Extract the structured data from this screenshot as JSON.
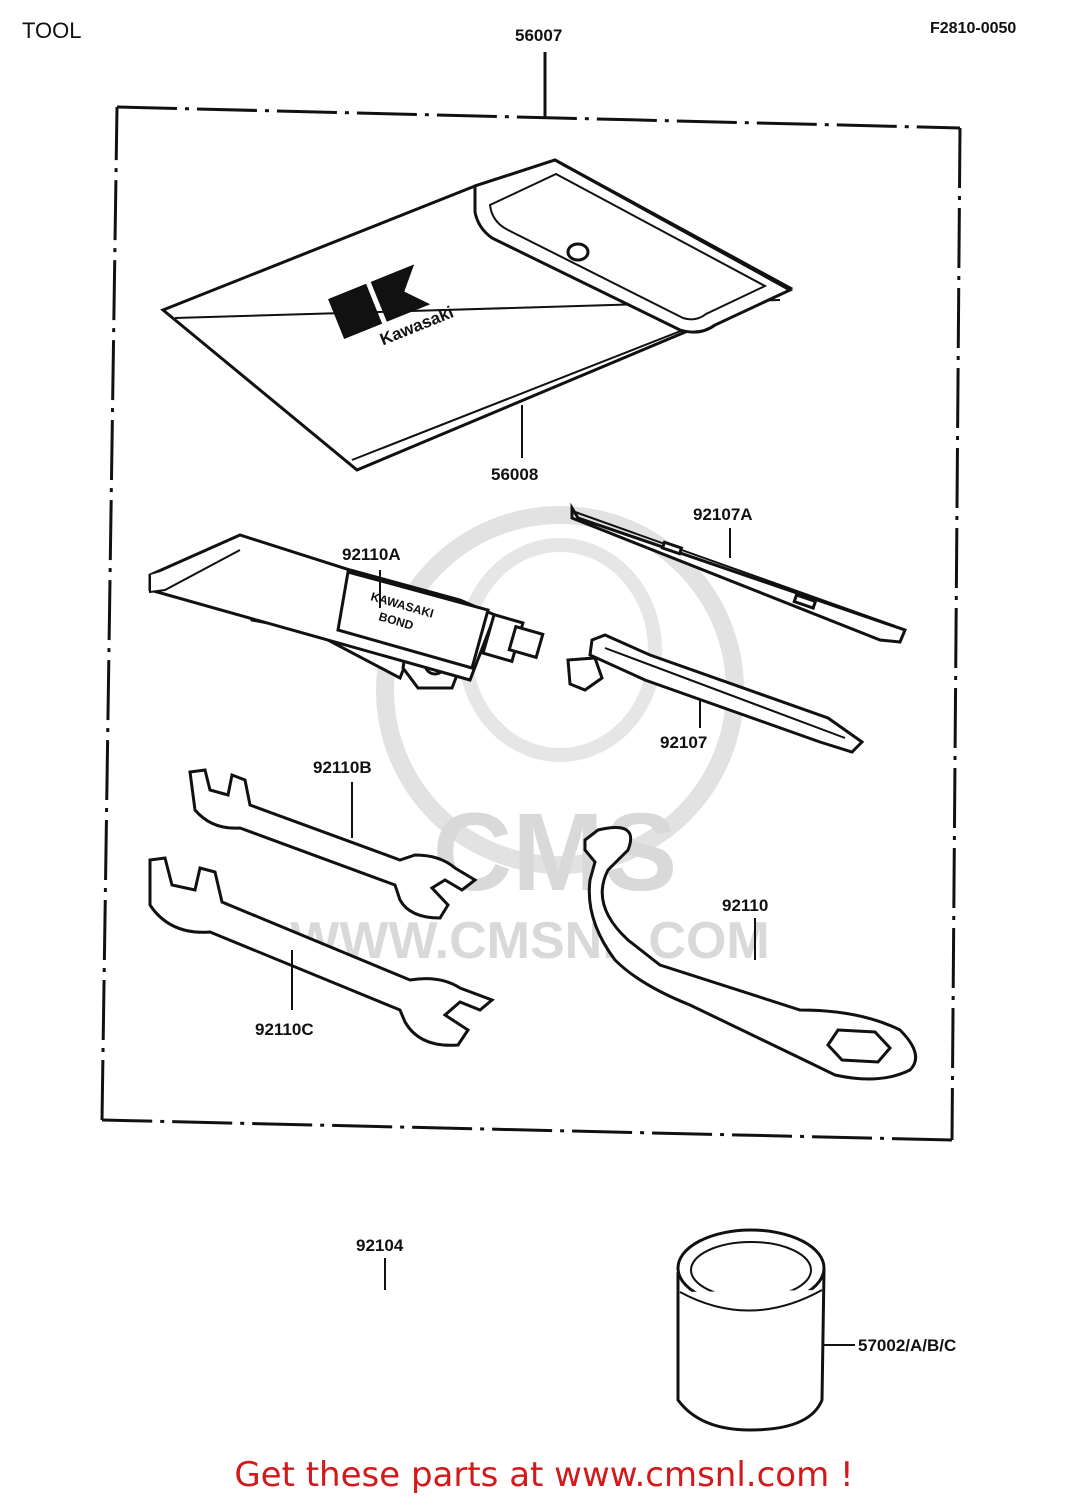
{
  "page": {
    "title": "TOOL",
    "diagram_code": "F2810-0050",
    "footer_promo": "Get these parts at www.cmsnl.com !"
  },
  "watermark": {
    "logo_text": "CMS",
    "url_text": "WWW.CMSNL.COM"
  },
  "pouch": {
    "brand_text": "Kawasaki"
  },
  "bond_tube": {
    "label_line1": "KAWASAKI",
    "label_line2": "BOND"
  },
  "parts": [
    {
      "id": "kit",
      "number": "56007"
    },
    {
      "id": "pouch",
      "number": "56008"
    },
    {
      "id": "screwdriver-flat",
      "number": "92107A"
    },
    {
      "id": "plug-wrench",
      "number": "92110A"
    },
    {
      "id": "screwdriver-phillips",
      "number": "92107"
    },
    {
      "id": "wrench-small",
      "number": "92110B"
    },
    {
      "id": "hook-wrench",
      "number": "92110"
    },
    {
      "id": "wrench-large",
      "number": "92110C"
    },
    {
      "id": "bond-tube",
      "number": "92104"
    },
    {
      "id": "grease-can",
      "number": "57002/A/B/C"
    }
  ]
}
